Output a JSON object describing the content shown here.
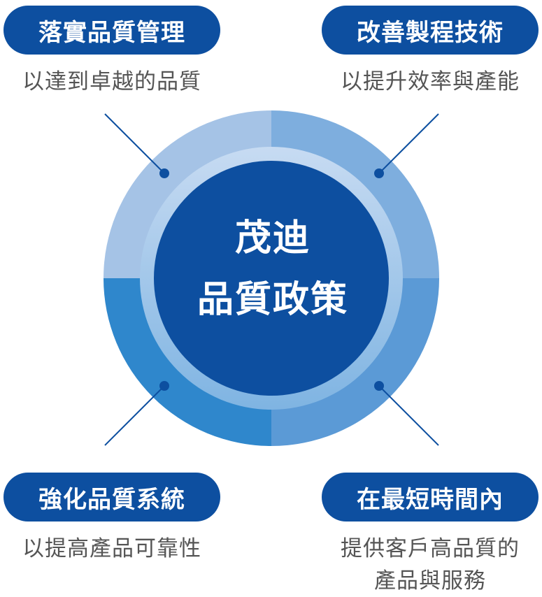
{
  "center": {
    "line1": "茂迪",
    "line2": "品質政策"
  },
  "quadrants": [
    {
      "title": "落實品質管理",
      "desc": [
        "以達到卓越的品質"
      ]
    },
    {
      "title": "改善製程技術",
      "desc": [
        "以提升效率與產能"
      ]
    },
    {
      "title": "強化品質系統",
      "desc": [
        "以提高產品可靠性"
      ]
    },
    {
      "title": "在最短時間內",
      "desc": [
        "提供客戶高品質的",
        "產品與服務"
      ]
    }
  ],
  "colors": {
    "pill": "#0d4fa0",
    "outer_top_left": "#a5c3e6",
    "outer_top_right": "#7eaede",
    "outer_bottom_left": "#2f87cc",
    "outer_bottom_right": "#5b9ad6",
    "middle_ring_top": "#c7dbf2",
    "middle_ring_bottom": "#7fb4e2",
    "center": "#0d4fa0",
    "connector": "#0d4fa0",
    "desc_text": "#555555"
  }
}
